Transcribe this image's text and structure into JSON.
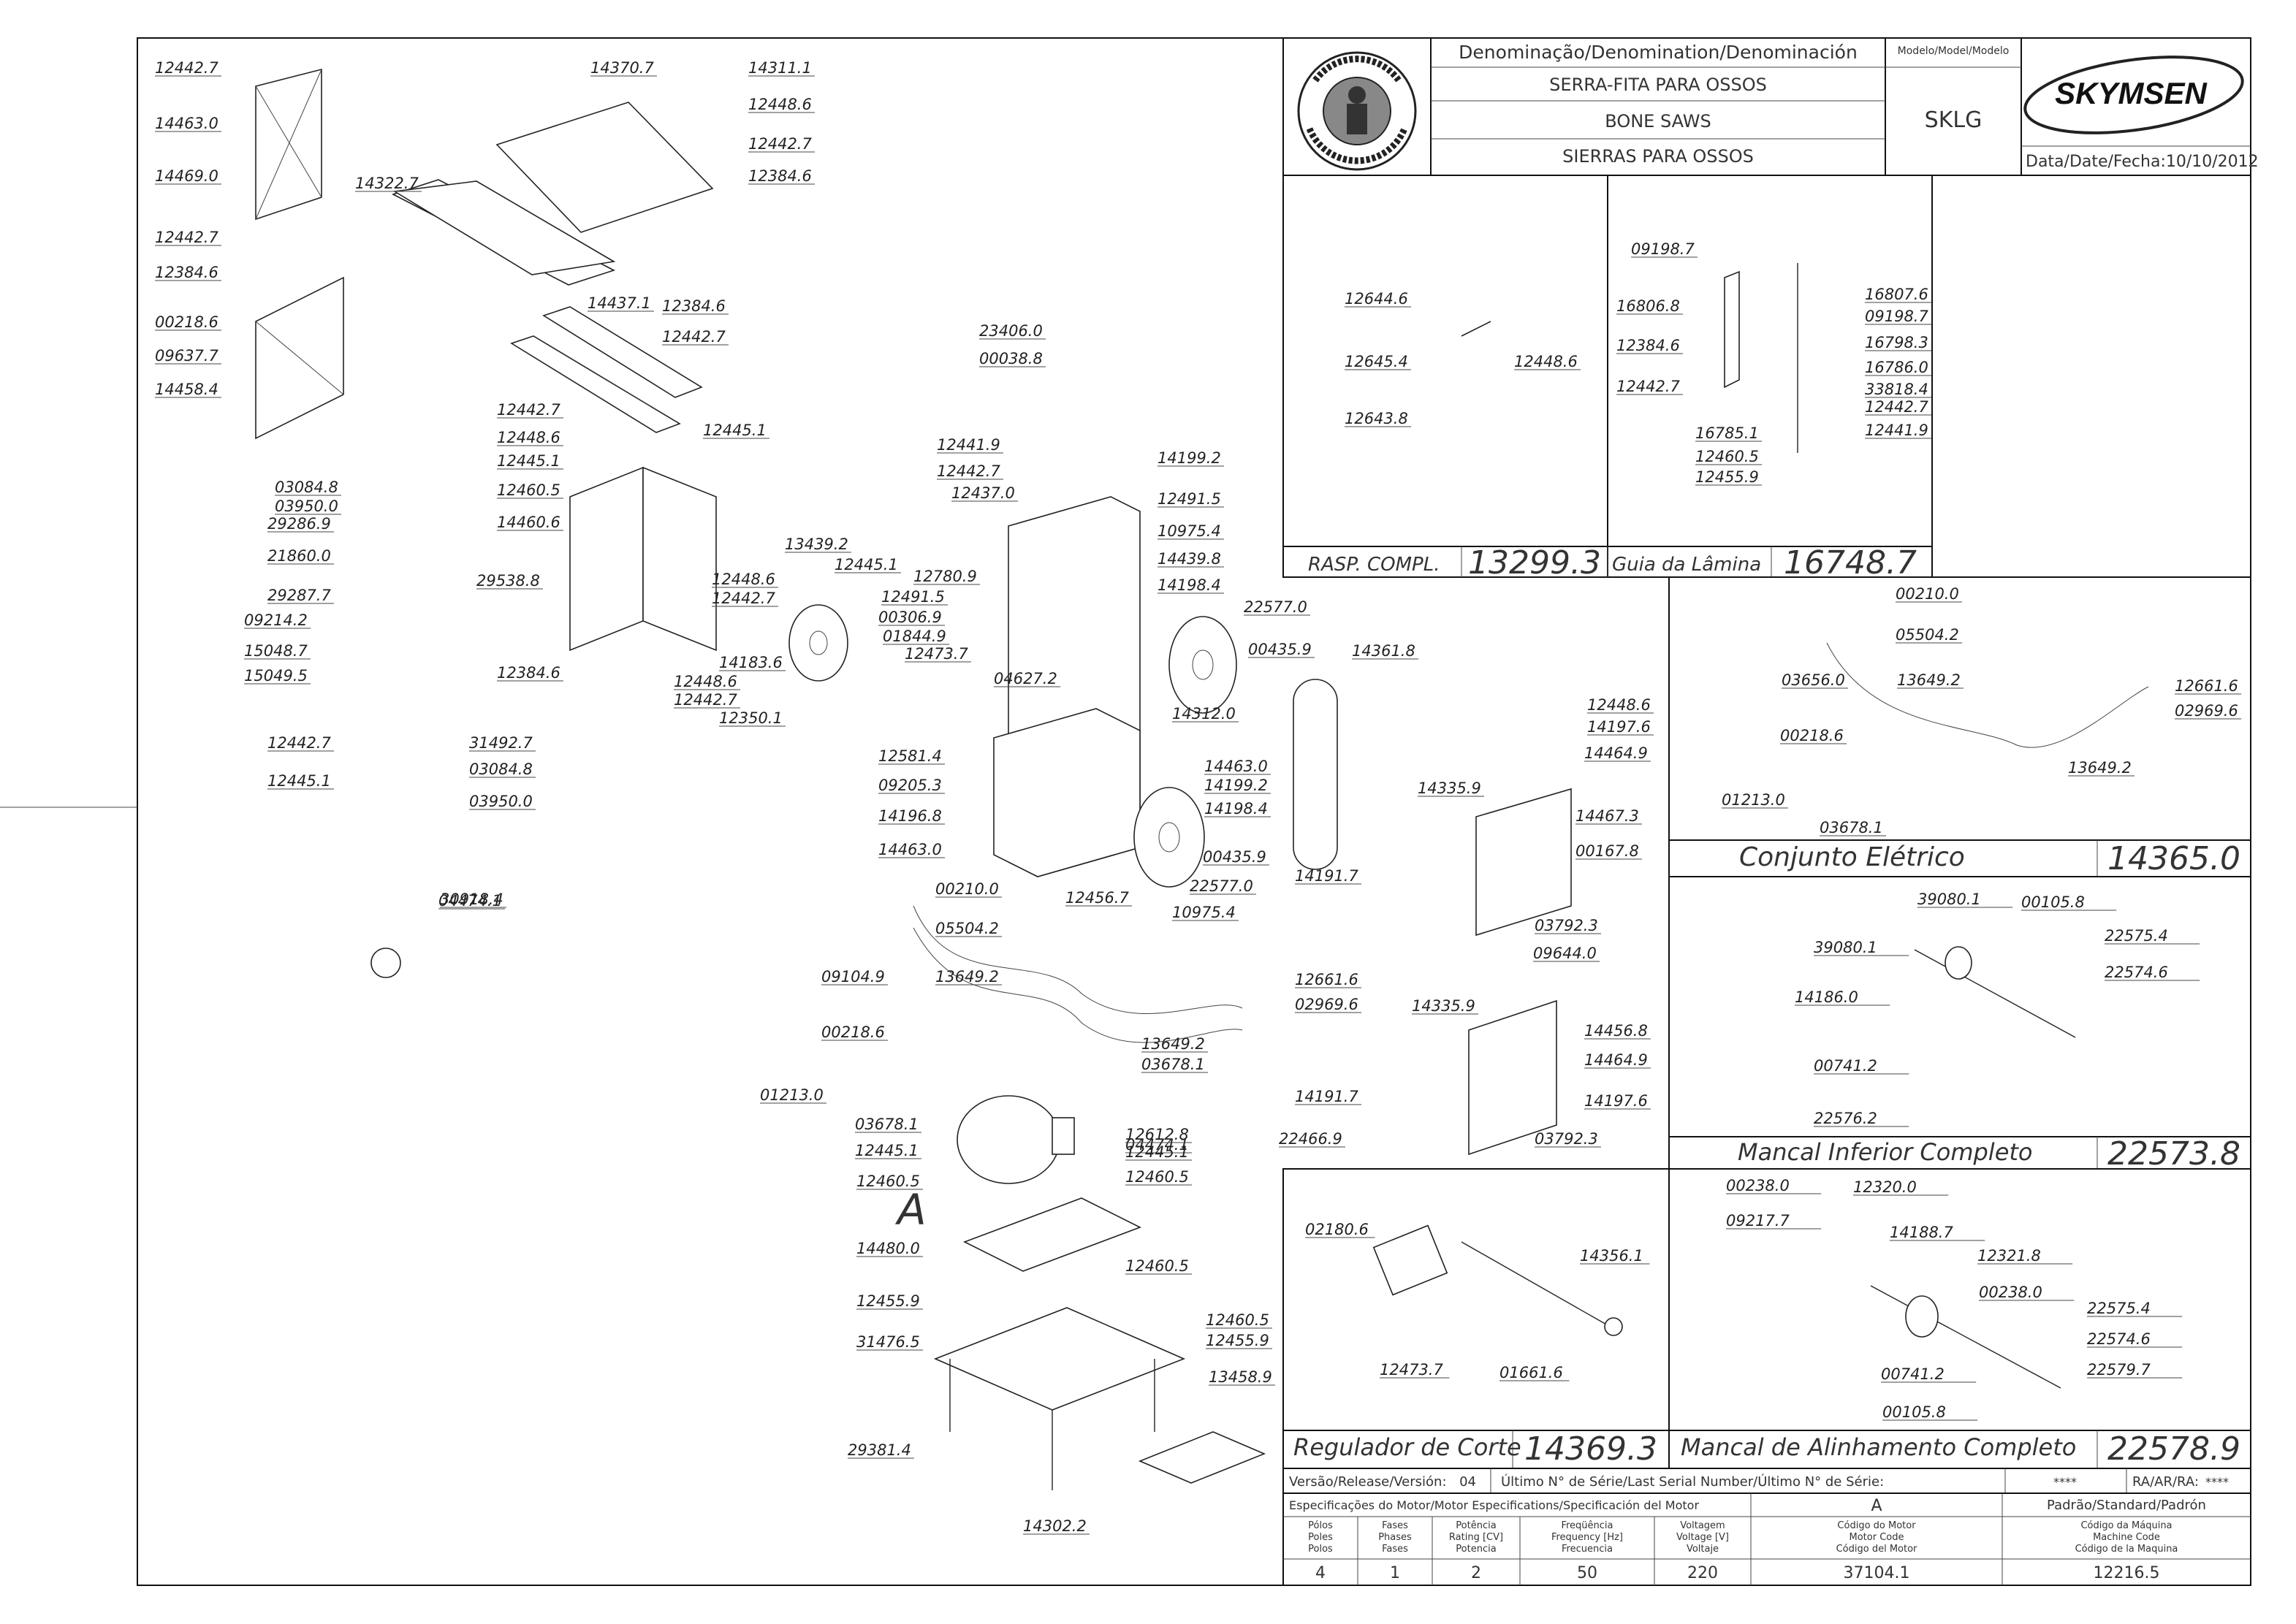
{
  "title_block": {
    "header": "Denominação/Denomination/Denominación",
    "model_header": "Modelo/Model/Modelo",
    "name_pt": "SERRA-FITA PARA OSSOS",
    "name_en": "BONE SAWS",
    "name_es": "SIERRAS PARA OSSOS",
    "model": "SKLG",
    "brand": "SKYMSEN",
    "date_label": "Data/Date/Fecha:",
    "date": "10/10/2012",
    "seal_text": "ASSISTÊNCIA TÉCNICA AUTORIZADA"
  },
  "version_row": {
    "version_label": "Versão/Release/Versión:",
    "version": "04",
    "serial_label": "Último N° de Série/Last Serial Number/Último N° de Série:",
    "serial": "****",
    "ra_label": "RA/AR/RA:",
    "ra": "****"
  },
  "motor_table": {
    "title": "Especificações do Motor/Motor Especifications/Specificación del Motor",
    "variant": "A",
    "standard": "Padrão/Standard/Padrón",
    "col_polos": [
      "Pólos",
      "Poles",
      "Polos"
    ],
    "col_fases": [
      "Fases",
      "Phases",
      "Fases"
    ],
    "col_potencia": [
      "Potência",
      "Rating [CV]",
      "Potencia"
    ],
    "col_freq": [
      "Freqüência",
      "Frequency [Hz]",
      "Frecuencia"
    ],
    "col_volt": [
      "Voltagem",
      "Voltage [V]",
      "Voltaje"
    ],
    "col_motor": [
      "Código do Motor",
      "Motor Code",
      "Código del Motor"
    ],
    "col_machine": [
      "Código da Máquina",
      "Machine Code",
      "Código de la Maquina"
    ],
    "values": [
      "4",
      "1",
      "2",
      "50",
      "220",
      "37104.1",
      "12216.5"
    ]
  },
  "subassemblies": {
    "rasp": {
      "label": "RASP. COMPL.",
      "code": "13299.3"
    },
    "guia": {
      "label": "Guia da Lâmina",
      "code": "16748.7"
    },
    "eletrico": {
      "label": "Conjunto Elétrico",
      "code": "14365.0"
    },
    "mancal_inf": {
      "label": "Mancal Inferior Completo",
      "code": "22573.8"
    },
    "regulador": {
      "label": "Regulador de Corte",
      "code": "14369.3"
    },
    "mancal_alin": {
      "label": "Mancal de Alinhamento Completo",
      "code": "22578.9"
    }
  },
  "callouts": {
    "main": [
      "12442.7",
      "14463.0",
      "14469.0",
      "14370.7",
      "14311.1",
      "12448.6",
      "12442.7",
      "12384.6",
      "14322.7",
      "12442.7",
      "12384.6",
      "00218.6",
      "09637.7",
      "14458.4",
      "14437.1",
      "12384.6",
      "12442.7",
      "12442.7",
      "12448.6",
      "12445.1",
      "12460.5",
      "14460.6",
      "29538.8",
      "12384.6",
      "12448.6",
      "12442.7",
      "12448.6",
      "12442.7",
      "03084.8",
      "03950.0",
      "29286.9",
      "21860.0",
      "29287.7",
      "09214.2",
      "15048.7",
      "15049.5",
      "12442.7",
      "12445.1",
      "31492.7",
      "03084.8",
      "03950.0",
      "04474.1",
      "30918.4",
      "23406.0",
      "00038.8",
      "12445.1",
      "12441.9",
      "12442.7",
      "12437.0",
      "14199.2",
      "12491.5",
      "10975.4",
      "14439.8",
      "14198.4",
      "13439.2",
      "12445.1",
      "12780.9",
      "12491.5",
      "00306.9",
      "01844.9",
      "12473.7",
      "22577.0",
      "00435.9",
      "14183.6",
      "12350.1",
      "04627.2",
      "14312.0",
      "14361.8",
      "12581.4",
      "09205.3",
      "14196.8",
      "14463.0",
      "14463.0",
      "14199.2",
      "14198.4",
      "12456.7",
      "00435.9",
      "22577.0",
      "10975.4",
      "00210.0",
      "05504.2",
      "09104.9",
      "13649.2",
      "12661.6",
      "02969.6",
      "00218.6",
      "01213.0",
      "13649.2",
      "03678.1",
      "03678.1",
      "04474.1",
      "12445.1",
      "12612.8",
      "12445.1",
      "12460.5",
      "12460.5",
      "14480.0",
      "12460.5",
      "12455.9",
      "31476.5",
      "12460.5",
      "12455.9",
      "13458.9",
      "29381.4",
      "22466.9",
      "14302.2",
      "14335.9",
      "12448.6",
      "14197.6",
      "14464.9",
      "14467.3",
      "00167.8",
      "14191.7",
      "03792.3",
      "09644.0",
      "14335.9",
      "14456.8",
      "14464.9",
      "14197.6",
      "14191.7",
      "03792.3"
    ],
    "motor_mark": "A",
    "rasp": [
      "12644.6",
      "12645.4",
      "12448.6",
      "12643.8"
    ],
    "guia": [
      "09198.7",
      "16807.6",
      "16806.8",
      "09198.7",
      "16798.3",
      "12384.6",
      "16786.0",
      "33818.4",
      "12442.7",
      "12442.7",
      "12441.9",
      "16785.1",
      "12460.5",
      "12455.9"
    ],
    "eletrico": [
      "00210.0",
      "05504.2",
      "03656.0",
      "13649.2",
      "12661.6",
      "02969.6",
      "00218.6",
      "13649.2",
      "01213.0",
      "03678.1"
    ],
    "mancal_inf": [
      "39080.1",
      "00105.8",
      "22575.4",
      "39080.1",
      "22574.6",
      "14186.0",
      "00741.2",
      "22576.2"
    ],
    "regulador": [
      "02180.6",
      "14356.1",
      "12473.7",
      "01661.6"
    ],
    "mancal_alin": [
      "00238.0",
      "12320.0",
      "09217.7",
      "14188.7",
      "12321.8",
      "00238.0",
      "22575.4",
      "22574.6",
      "00741.2",
      "22579.7",
      "00105.8"
    ]
  }
}
